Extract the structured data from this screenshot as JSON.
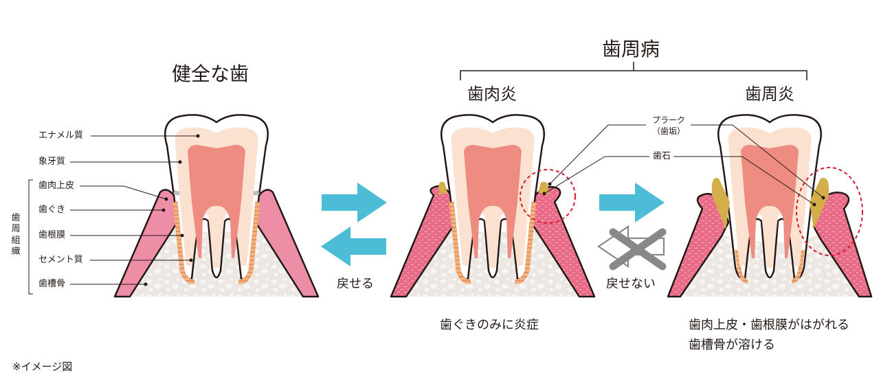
{
  "titles": {
    "healthy": "健全な歯",
    "periodontal": "歯周病",
    "gingivitis": "歯肉炎",
    "periodontitis": "歯周炎"
  },
  "labels": {
    "enamel": "エナメル質",
    "dentin": "象牙質",
    "gingival_epithelium": "歯肉上皮",
    "gum": "歯ぐき",
    "periodontal_ligament": "歯根膜",
    "cementum": "セメント質",
    "alveolar_bone": "歯槽骨",
    "tissue_group": [
      "歯",
      "周",
      "組",
      "織"
    ],
    "plaque": "プラーク",
    "plaque_sub": "（歯垢）",
    "tartar": "歯石"
  },
  "arrows": {
    "reversible": "戻せる",
    "irreversible": "戻せない"
  },
  "captions": {
    "gingivitis": "歯ぐきのみに炎症",
    "periodontitis_line1": "歯肉上皮・歯根膜がはがれる",
    "periodontitis_line2": "歯槽骨が溶ける"
  },
  "footnote": "※イメージ図",
  "colors": {
    "gum_pink": "#ee8ea6",
    "bone": "#ece7e2",
    "pulp": "#ef8c82",
    "dentin": "#fbe1cf",
    "tartar": "#d4ae48",
    "inflamed": "#e05d7a",
    "arrow_blue": "#4bbdd6",
    "dashed_red": "#d7162c",
    "cross_gray": "#888888"
  }
}
